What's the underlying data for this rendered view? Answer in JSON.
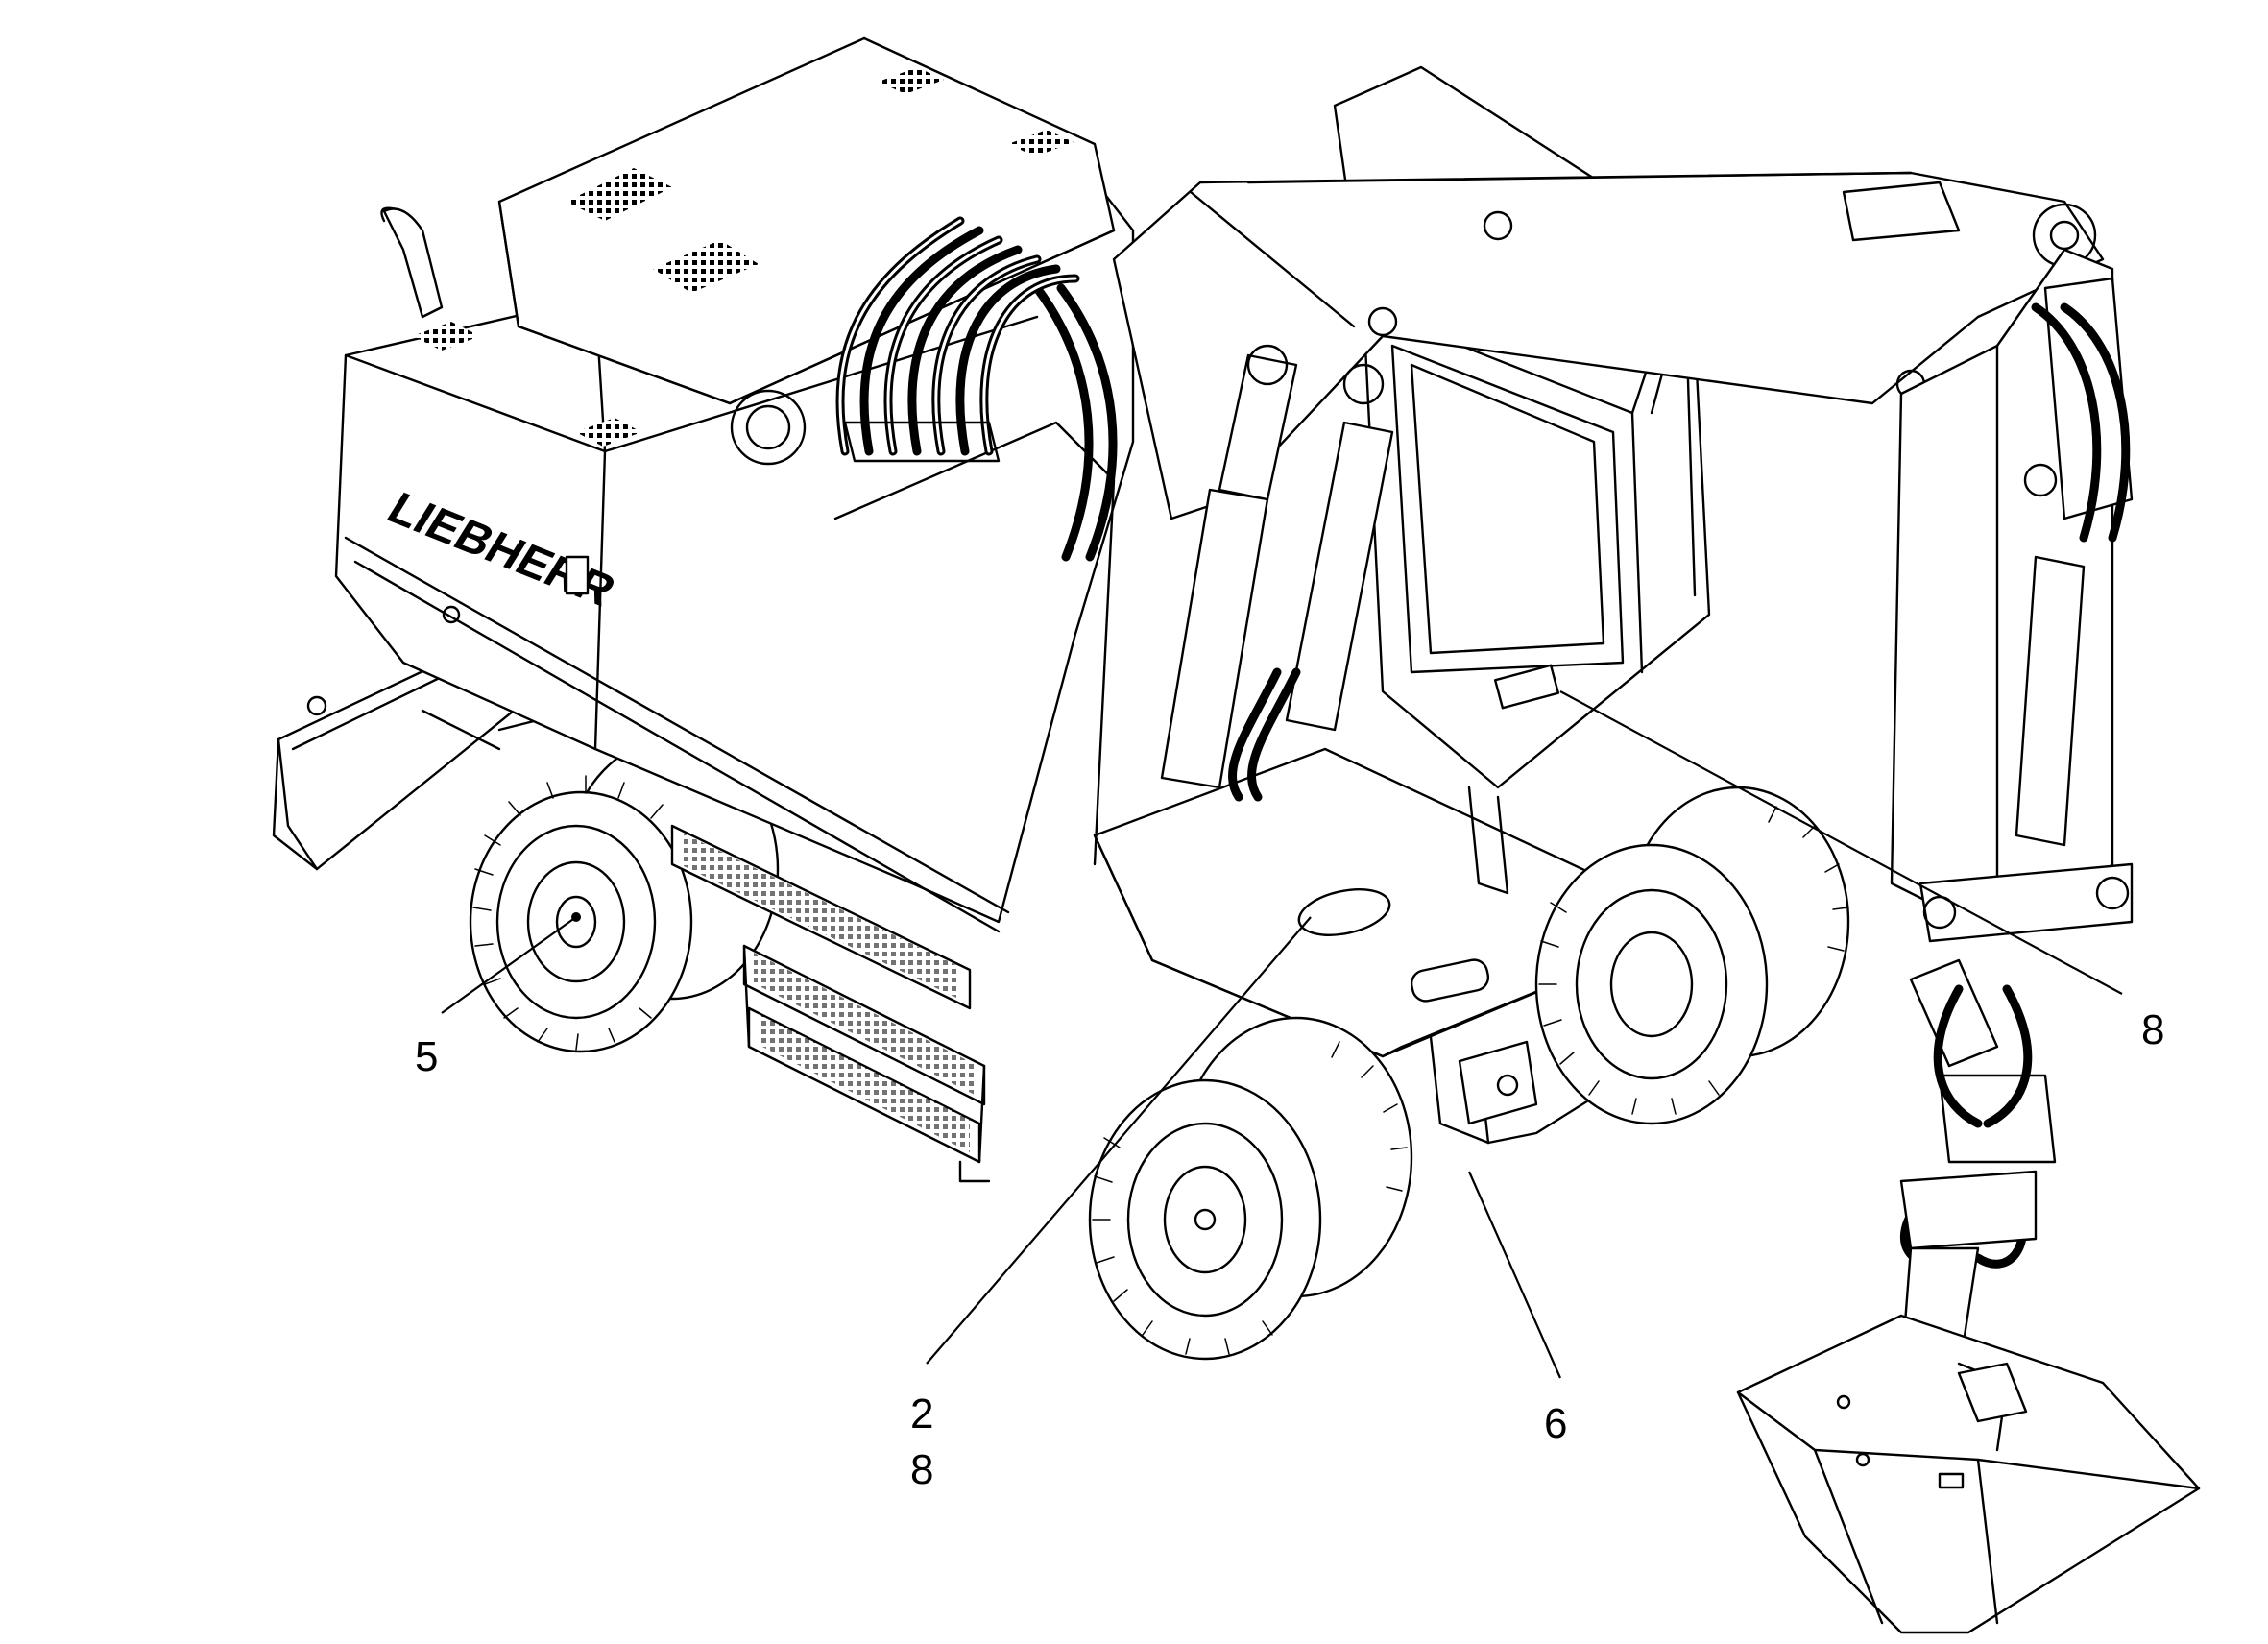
{
  "diagram": {
    "brand_text": "LIEBHERR",
    "callouts": [
      {
        "id": "c5",
        "label": "5"
      },
      {
        "id": "c2",
        "label": "2"
      },
      {
        "id": "c8a",
        "label": "8"
      },
      {
        "id": "c6",
        "label": "6"
      },
      {
        "id": "c8b",
        "label": "8"
      }
    ]
  }
}
